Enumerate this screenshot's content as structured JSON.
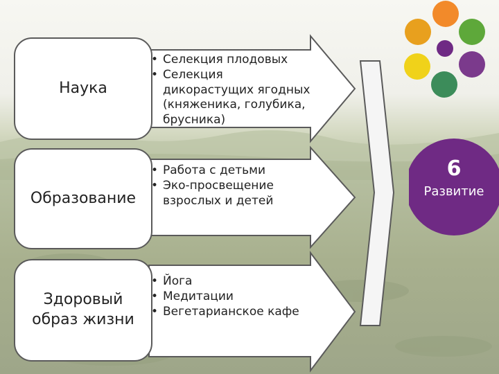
{
  "rows": [
    {
      "title": "Наука",
      "bullets": [
        "Селекция плодовых",
        "Селекция дикорастущих ягодных (княженика, голубика, брусника)"
      ]
    },
    {
      "title": "Образование",
      "bullets": [
        "Работа с детьми",
        "Эко-просвещение взрослых и детей"
      ]
    },
    {
      "title": "Здоровый образ жизни",
      "bullets": [
        "Йога",
        "Медитации",
        "Вегетарианское кафе"
      ]
    }
  ],
  "big_circle": {
    "number": "6",
    "label": "Развитие",
    "color": "#6f2a84"
  },
  "mini_cycle": {
    "center": "",
    "nodes": [
      "",
      "",
      "",
      "",
      "",
      ""
    ]
  },
  "colors": {
    "arrow_fill": "#ffffff",
    "arrow_stroke": "#5a5a5a",
    "chevron_fill": "#f5f5f5"
  }
}
